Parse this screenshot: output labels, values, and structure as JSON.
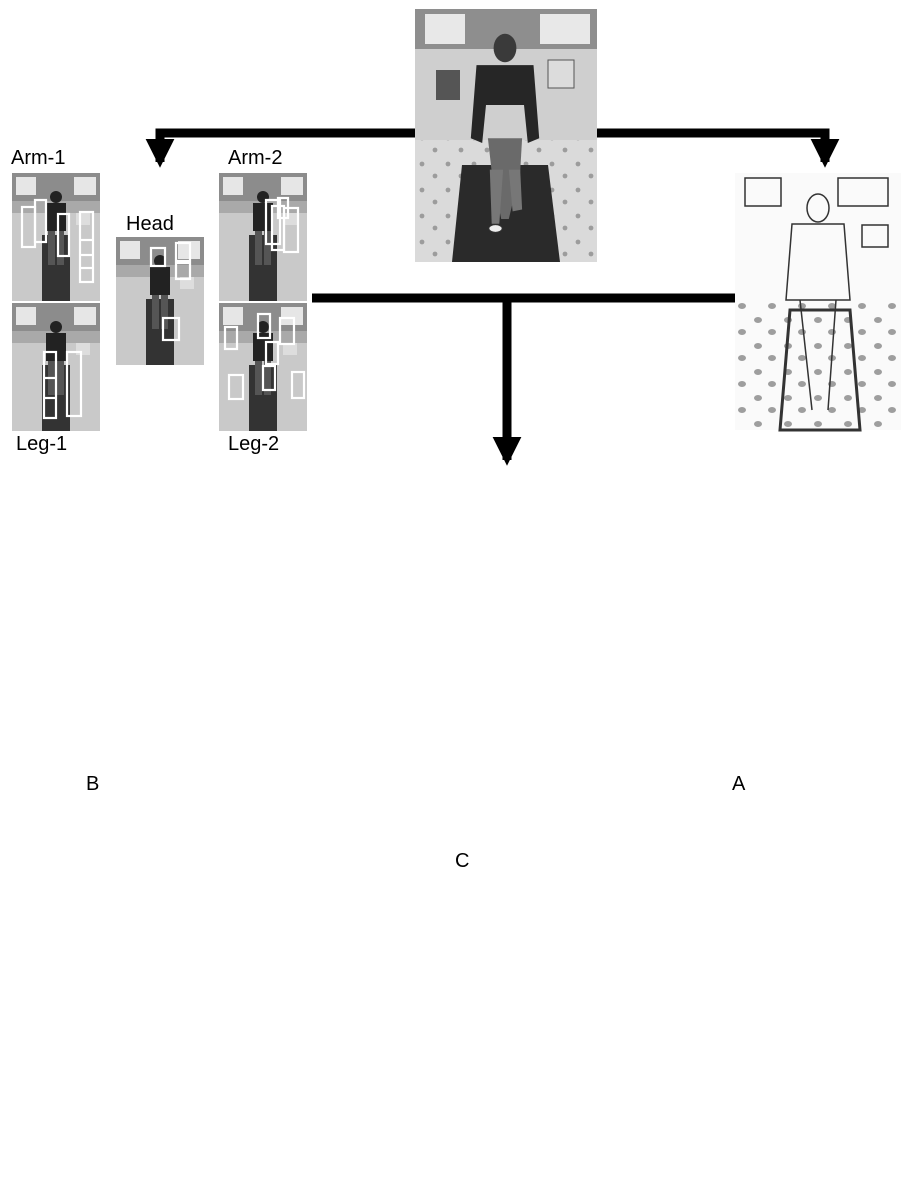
{
  "labels": {
    "arm1": "Arm-1",
    "arm2": "Arm-2",
    "head": "Head",
    "leg1": "Leg-1",
    "leg2": "Leg-2",
    "plane_a": "A",
    "plane_b": "B",
    "center": "C"
  },
  "colors": {
    "ink": "#000000",
    "photo_bg": "#bdbdbd",
    "noise_panel": "#7c7c7c",
    "result_bg": "#d3d3d3",
    "node_fill": "#9e9e9e",
    "sketch_bg": "#f4f4f4"
  },
  "images": {
    "input_photo": "person-walking-on-treadmill-photo",
    "edge_map": "edge-detected-sketch",
    "patch_mosaic": "texture-patch-mosaic",
    "sketch_segmentation": "sketch-with-body-segments",
    "result": "segmented-person"
  }
}
